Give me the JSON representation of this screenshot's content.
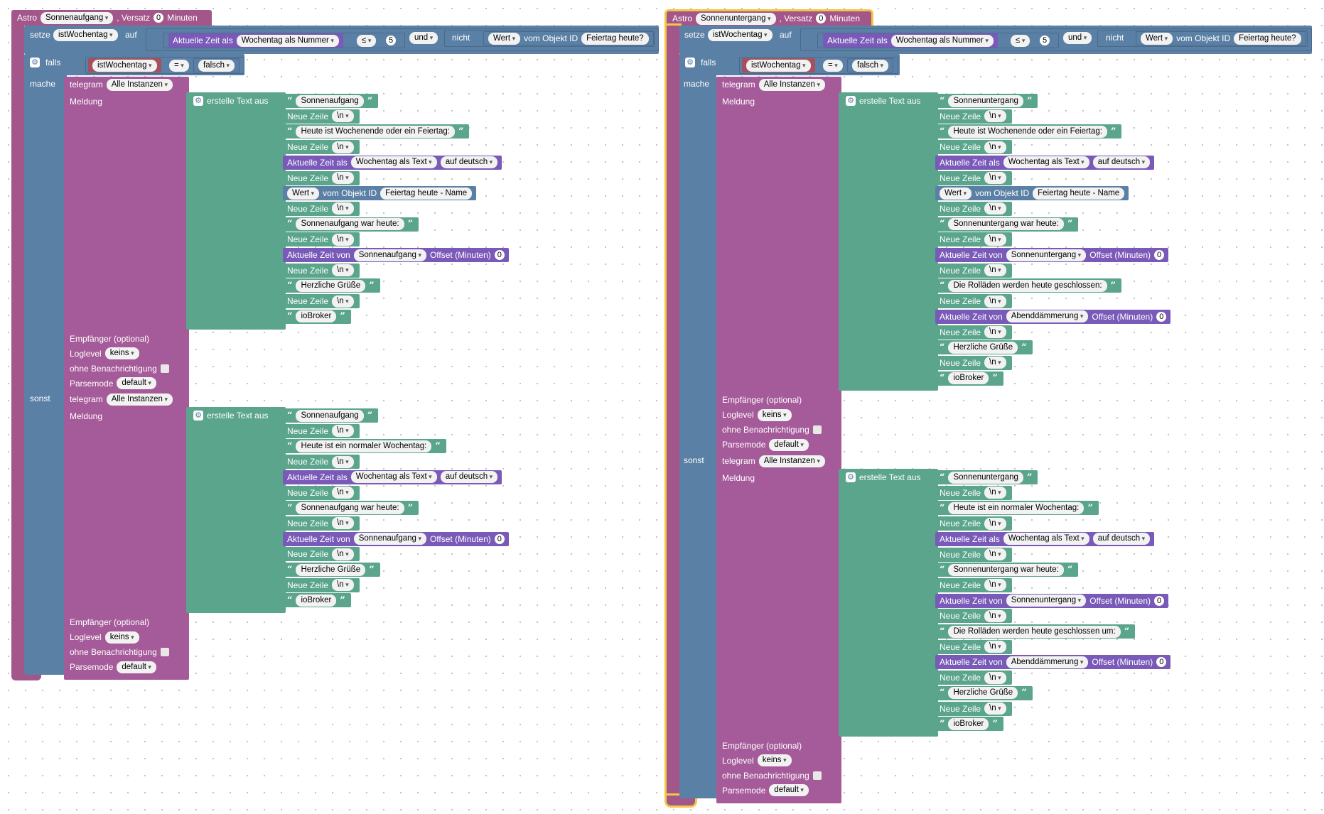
{
  "left": {
    "astro": {
      "label": "Astro",
      "event": "Sonnenaufgang",
      "versatz": ", Versatz",
      "offset": "0",
      "minuten": "Minuten"
    },
    "setze": {
      "setze": "setze",
      "var": "istWochentag",
      "auf": "auf",
      "aktuelle_zeit_als": "Aktuelle Zeit als",
      "format": "Wochentag als Nummer",
      "op": "≤",
      "value": "5",
      "und": "und",
      "nicht": "nicht",
      "wert": "Wert",
      "vom_objekt": "vom Objekt ID",
      "objekt": "Feiertag heute?"
    },
    "falls": {
      "falls": "falls",
      "var": "istWochentag",
      "op": "=",
      "value": "falsch",
      "mache": "mache",
      "sonst": "sonst"
    },
    "then": {
      "telegram": "telegram",
      "instanz": "Alle Instanzen",
      "meldung": "Meldung",
      "erstelle": "erstelle Text aus",
      "items": [
        {
          "kind": "text",
          "text": "Sonnenaufgang"
        },
        {
          "kind": "nl"
        },
        {
          "kind": "text",
          "text": "Heute ist Wochenende oder ein Feiertag:"
        },
        {
          "kind": "nl"
        },
        {
          "kind": "zeitals",
          "label": "Aktuelle Zeit als",
          "v1": "Wochentag als Text",
          "v2": "auf deutsch"
        },
        {
          "kind": "nl"
        },
        {
          "kind": "wert",
          "v1": "Wert",
          "label": "vom Objekt ID",
          "v2": "Feiertag heute - Name"
        },
        {
          "kind": "nl"
        },
        {
          "kind": "text",
          "text": "Sonnenaufgang war heute:"
        },
        {
          "kind": "nl"
        },
        {
          "kind": "zeitvon",
          "label": "Aktuelle Zeit von",
          "v1": "Sonnenaufgang",
          "off": "Offset (Minuten)",
          "num": "0"
        },
        {
          "kind": "nl"
        },
        {
          "kind": "text",
          "text": "Herzliche Grüße"
        },
        {
          "kind": "nl"
        },
        {
          "kind": "text",
          "text": "ioBroker"
        }
      ],
      "empfaenger": "Empfänger (optional)",
      "loglevel": "Loglevel",
      "loglevel_val": "keins",
      "ohne": "ohne Benachrichtigung",
      "parsemode": "Parsemode",
      "parsemode_val": "default"
    },
    "else": {
      "telegram": "telegram",
      "instanz": "Alle Instanzen",
      "meldung": "Meldung",
      "erstelle": "erstelle Text aus",
      "items": [
        {
          "kind": "text",
          "text": "Sonnenaufgang"
        },
        {
          "kind": "nl"
        },
        {
          "kind": "text",
          "text": "Heute ist ein normaler Wochentag:"
        },
        {
          "kind": "nl"
        },
        {
          "kind": "zeitals",
          "label": "Aktuelle Zeit als",
          "v1": "Wochentag als Text",
          "v2": "auf deutsch"
        },
        {
          "kind": "nl"
        },
        {
          "kind": "text",
          "text": "Sonnenaufgang war heute:"
        },
        {
          "kind": "nl"
        },
        {
          "kind": "zeitvon",
          "label": "Aktuelle Zeit von",
          "v1": "Sonnenaufgang",
          "off": "Offset (Minuten)",
          "num": "0"
        },
        {
          "kind": "nl"
        },
        {
          "kind": "text",
          "text": "Herzliche Grüße"
        },
        {
          "kind": "nl"
        },
        {
          "kind": "text",
          "text": "ioBroker"
        }
      ],
      "empfaenger": "Empfänger (optional)",
      "loglevel": "Loglevel",
      "loglevel_val": "keins",
      "ohne": "ohne Benachrichtigung",
      "parsemode": "Parsemode",
      "parsemode_val": "default"
    }
  },
  "right": {
    "astro": {
      "label": "Astro",
      "event": "Sonnenuntergang",
      "versatz": ", Versatz",
      "offset": "0",
      "minuten": "Minuten"
    },
    "setze": {
      "setze": "setze",
      "var": "istWochentag",
      "auf": "auf",
      "aktuelle_zeit_als": "Aktuelle Zeit als",
      "format": "Wochentag als Nummer",
      "op": "≤",
      "value": "5",
      "und": "und",
      "nicht": "nicht",
      "wert": "Wert",
      "vom_objekt": "vom Objekt ID",
      "objekt": "Feiertag heute?"
    },
    "falls": {
      "falls": "falls",
      "var": "istWochentag",
      "op": "=",
      "value": "falsch",
      "mache": "mache",
      "sonst": "sonst"
    },
    "then": {
      "telegram": "telegram",
      "instanz": "Alle Instanzen",
      "meldung": "Meldung",
      "erstelle": "erstelle Text aus",
      "items": [
        {
          "kind": "text",
          "text": "Sonnenuntergang"
        },
        {
          "kind": "nl"
        },
        {
          "kind": "text",
          "text": "Heute ist Wochenende oder ein Feiertag:"
        },
        {
          "kind": "nl"
        },
        {
          "kind": "zeitals",
          "label": "Aktuelle Zeit als",
          "v1": "Wochentag als Text",
          "v2": "auf deutsch"
        },
        {
          "kind": "nl"
        },
        {
          "kind": "wert",
          "v1": "Wert",
          "label": "vom Objekt ID",
          "v2": "Feiertag heute - Name"
        },
        {
          "kind": "nl"
        },
        {
          "kind": "text",
          "text": "Sonnenuntergang war heute:"
        },
        {
          "kind": "nl"
        },
        {
          "kind": "zeitvon",
          "label": "Aktuelle Zeit von",
          "v1": "Sonnenuntergang",
          "off": "Offset (Minuten)",
          "num": "0"
        },
        {
          "kind": "nl"
        },
        {
          "kind": "text",
          "text": "Die Rolläden werden heute geschlossen:"
        },
        {
          "kind": "nl"
        },
        {
          "kind": "zeitvon",
          "label": "Aktuelle Zeit von",
          "v1": "Abenddämmerung",
          "off": "Offset (Minuten)",
          "num": "0"
        },
        {
          "kind": "nl"
        },
        {
          "kind": "text",
          "text": "Herzliche Grüße"
        },
        {
          "kind": "nl"
        },
        {
          "kind": "text",
          "text": "ioBroker"
        }
      ],
      "empfaenger": "Empfänger (optional)",
      "loglevel": "Loglevel",
      "loglevel_val": "keins",
      "ohne": "ohne Benachrichtigung",
      "parsemode": "Parsemode",
      "parsemode_val": "default"
    },
    "else": {
      "telegram": "telegram",
      "instanz": "Alle Instanzen",
      "meldung": "Meldung",
      "erstelle": "erstelle Text aus",
      "items": [
        {
          "kind": "text",
          "text": "Sonnenuntergang"
        },
        {
          "kind": "nl"
        },
        {
          "kind": "text",
          "text": "Heute ist ein normaler Wochentag:"
        },
        {
          "kind": "nl"
        },
        {
          "kind": "zeitals",
          "label": "Aktuelle Zeit als",
          "v1": "Wochentag als Text",
          "v2": "auf deutsch"
        },
        {
          "kind": "nl"
        },
        {
          "kind": "text",
          "text": "Sonnenuntergang war heute:"
        },
        {
          "kind": "nl"
        },
        {
          "kind": "zeitvon",
          "label": "Aktuelle Zeit von",
          "v1": "Sonnenuntergang",
          "off": "Offset (Minuten)",
          "num": "0"
        },
        {
          "kind": "nl"
        },
        {
          "kind": "text",
          "text": "Die Rolläden werden heute geschlossen um:"
        },
        {
          "kind": "nl"
        },
        {
          "kind": "zeitvon",
          "label": "Aktuelle Zeit von",
          "v1": "Abenddämmerung",
          "off": "Offset (Minuten)",
          "num": "0"
        },
        {
          "kind": "nl"
        },
        {
          "kind": "text",
          "text": "Herzliche Grüße"
        },
        {
          "kind": "nl"
        },
        {
          "kind": "text",
          "text": "ioBroker"
        }
      ],
      "empfaenger": "Empfänger (optional)",
      "loglevel": "Loglevel",
      "loglevel_val": "keins",
      "ohne": "ohne Benachrichtigung",
      "parsemode": "Parsemode",
      "parsemode_val": "default"
    }
  },
  "newline_label": "Neue Zeile",
  "newline_value": "\\n",
  "icons": {
    "gear": "gear-icon",
    "quote": "quote-icon"
  },
  "colors": {
    "astro": "#a3568a",
    "logic": "#5b80a5",
    "telegram": "#a55b99",
    "text": "#5ba58c",
    "time": "#7a5ab8",
    "selected": "#f5c644"
  }
}
